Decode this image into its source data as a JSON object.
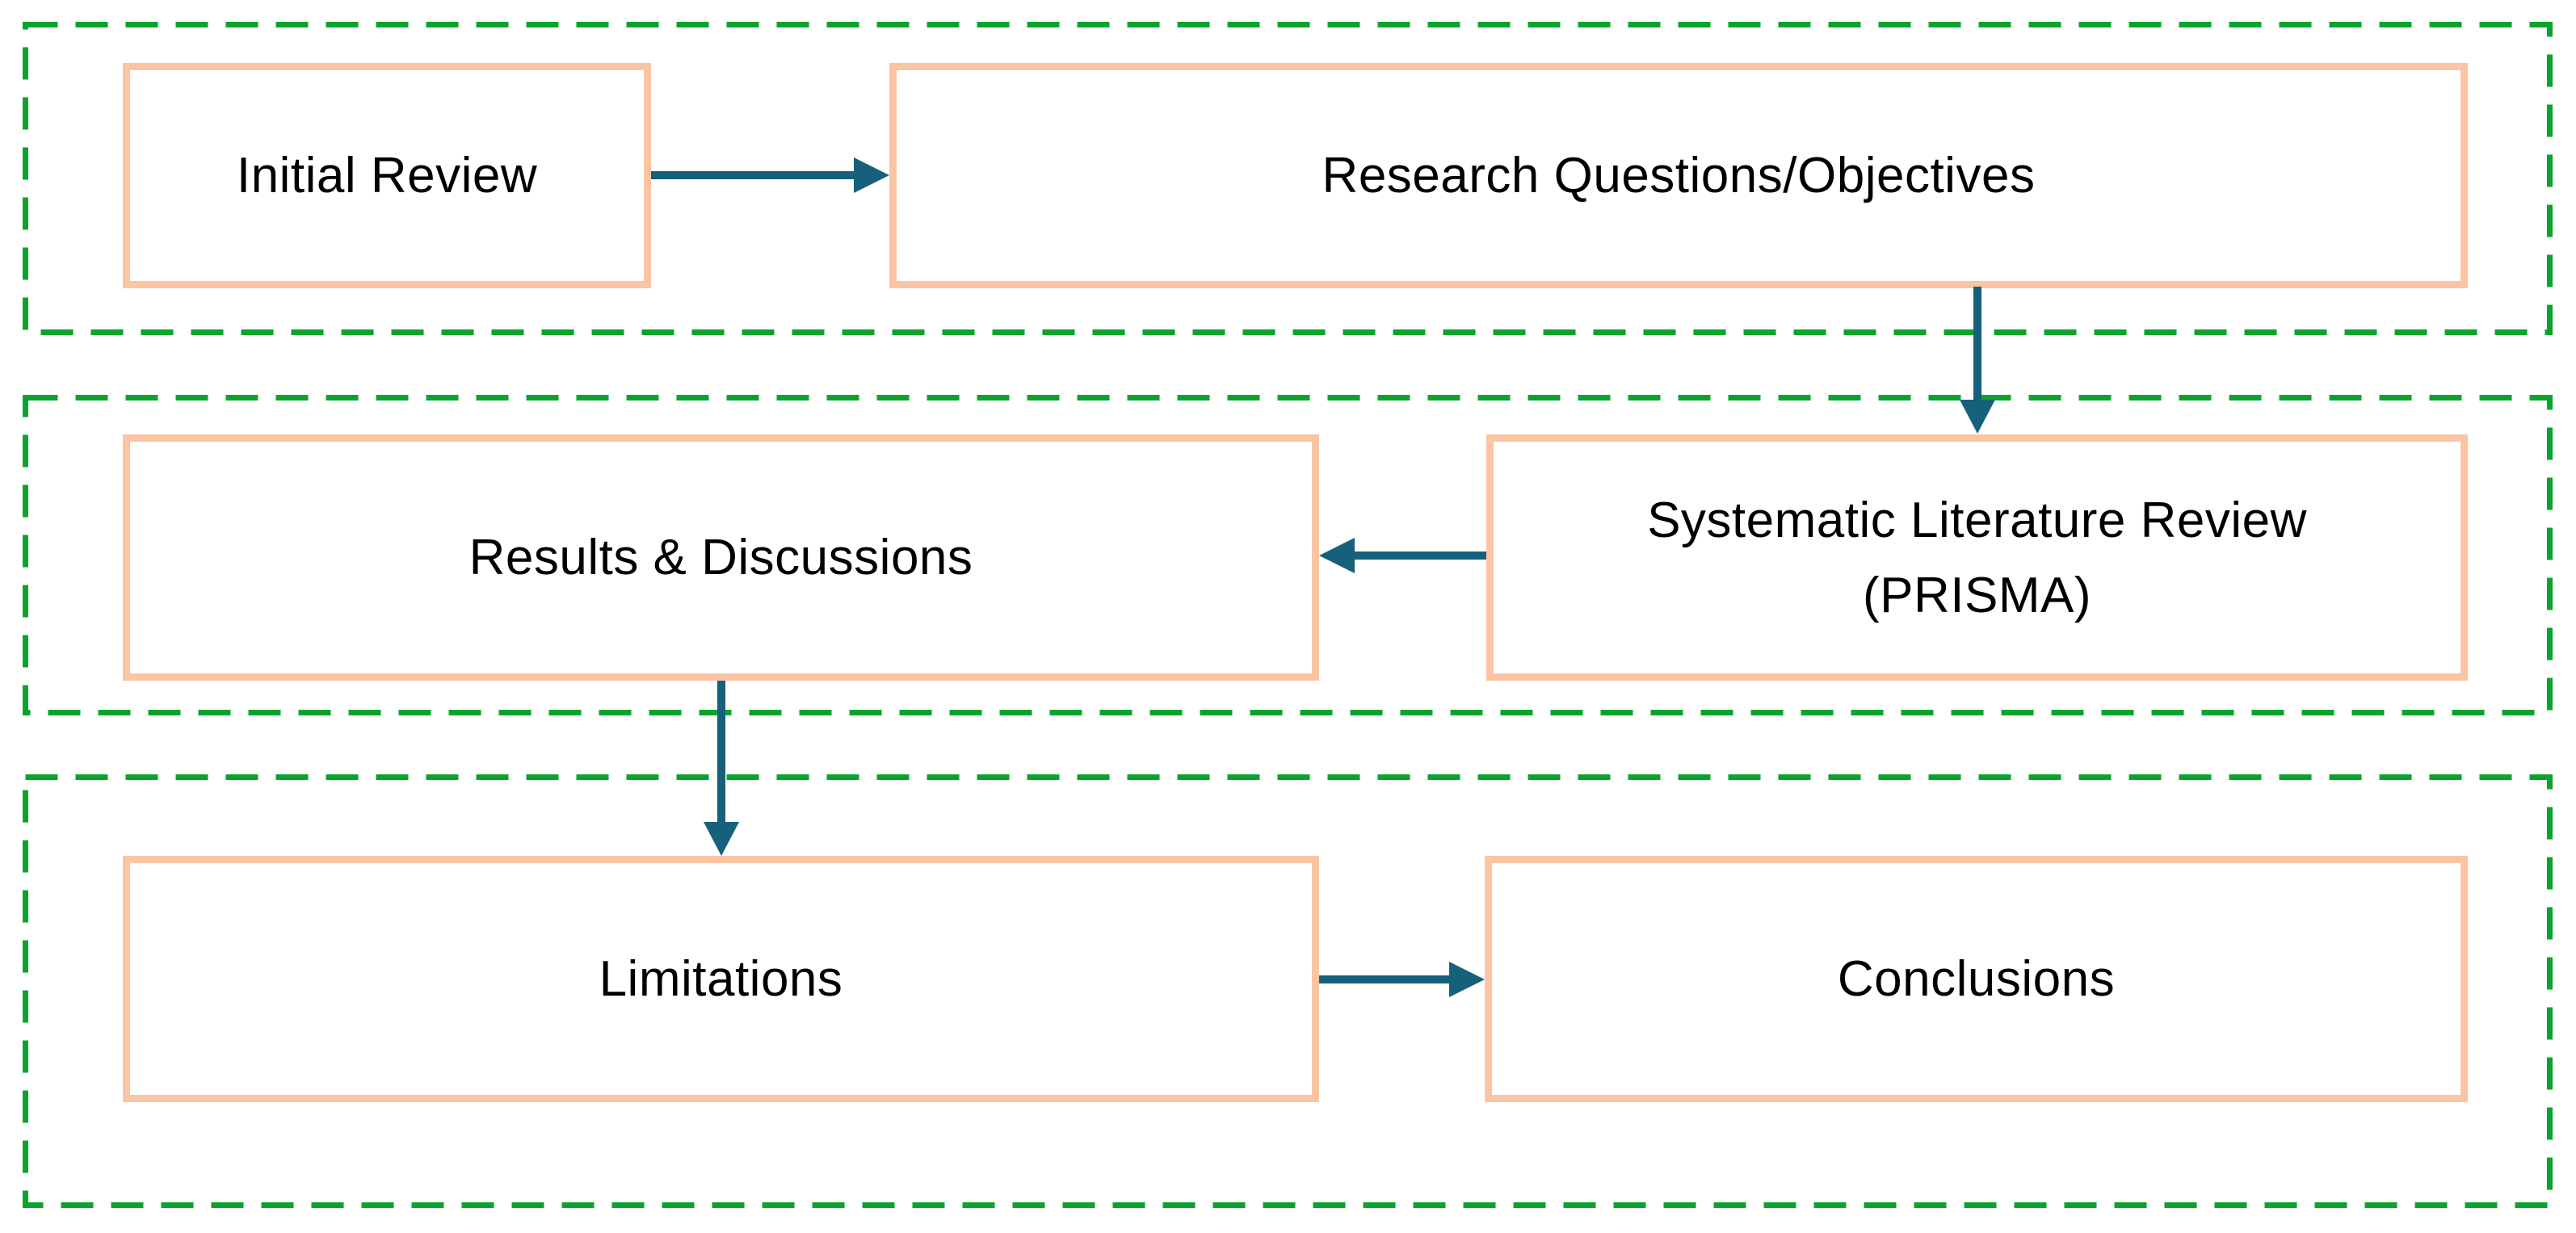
{
  "diagram": {
    "colors": {
      "background": "#ffffff",
      "group_border": "#0AA42C",
      "box_border": "#FBC4A3",
      "box_fill": "#ffffff",
      "arrow": "#17607C",
      "text": "#000000"
    },
    "groups": [
      {
        "id": "phase-1",
        "boxes": [
          {
            "id": "initial-review",
            "label": "Initial Review"
          },
          {
            "id": "research-questions",
            "label": "Research Questions/Objectives"
          }
        ]
      },
      {
        "id": "phase-2",
        "boxes": [
          {
            "id": "results-discussions",
            "label": "Results & Discussions"
          },
          {
            "id": "systematic-literature-review",
            "label": "Systematic Literature Review",
            "label_line2": "(PRISMA)"
          }
        ]
      },
      {
        "id": "phase-3",
        "boxes": [
          {
            "id": "limitations",
            "label": "Limitations"
          },
          {
            "id": "conclusions",
            "label": "Conclusions"
          }
        ]
      }
    ],
    "arrows": [
      {
        "from": "initial-review",
        "to": "research-questions",
        "direction": "right"
      },
      {
        "from": "research-questions",
        "to": "systematic-literature-review",
        "direction": "down"
      },
      {
        "from": "systematic-literature-review",
        "to": "results-discussions",
        "direction": "left"
      },
      {
        "from": "results-discussions",
        "to": "limitations",
        "direction": "down"
      },
      {
        "from": "limitations",
        "to": "conclusions",
        "direction": "right"
      }
    ]
  }
}
